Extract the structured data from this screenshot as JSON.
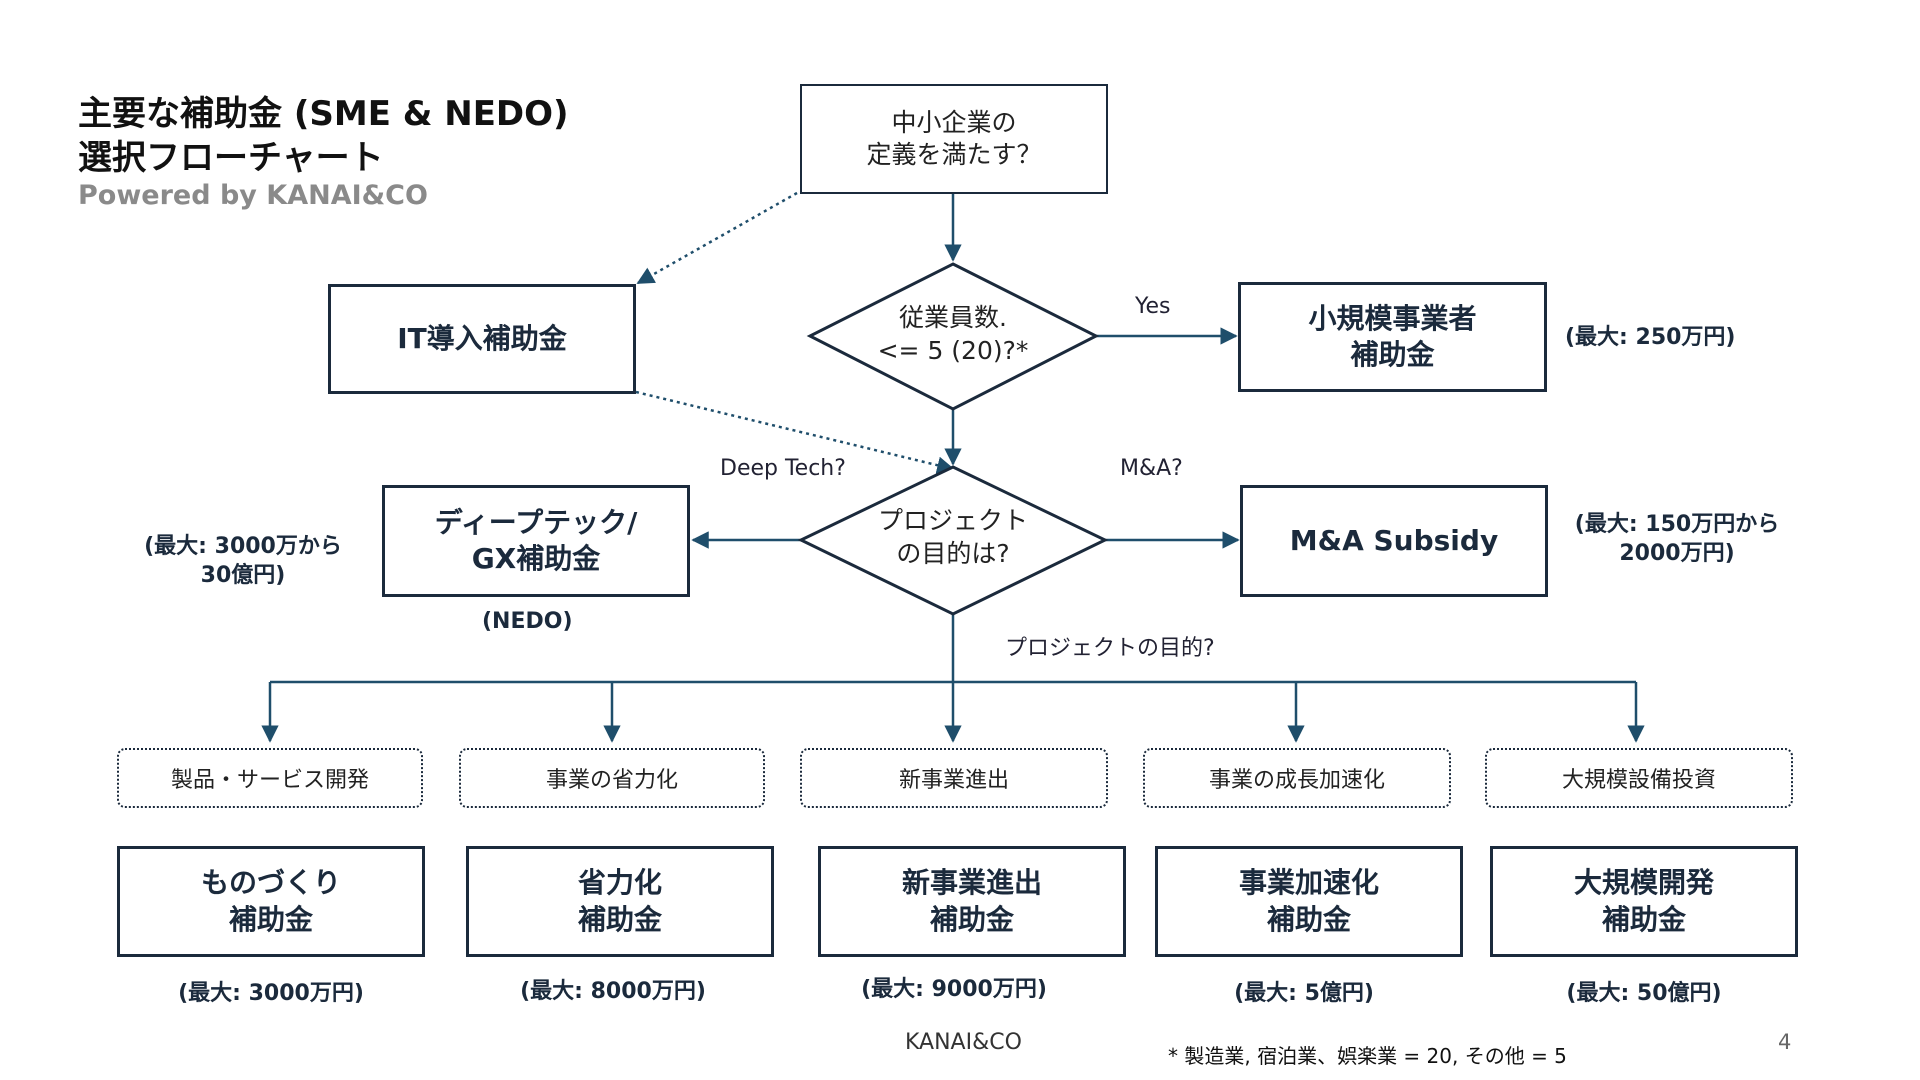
{
  "header": {
    "title_line1": "主要な補助金 (SME & NEDO)",
    "title_line2": "選択フローチャート",
    "subtitle": "Powered by KANAI&CO"
  },
  "nodes": {
    "start": {
      "line1": "中小企業の",
      "line2": "定義を満たす？"
    },
    "employees": {
      "line1": "従業員数.",
      "line2": "<= 5 (20)?*"
    },
    "purpose": {
      "line1": "プロジェクト",
      "line2": "の目的は?"
    },
    "it_subsidy": "IT導入補助金",
    "small_biz": {
      "line1": "小規模事業者",
      "line2": "補助金"
    },
    "deeptech": {
      "line1": "ディープテック/",
      "line2": "GX補助金"
    },
    "mna": "M&A Subsidy"
  },
  "edge_labels": {
    "yes": "Yes",
    "deep_tech": "Deep Tech?",
    "mna_q": "M&A?",
    "project_purpose": "プロジェクトの目的?"
  },
  "side_notes": {
    "small_biz_max": "(最大: 250万円)",
    "deeptech_max_line1": "(最大: 3000万から",
    "deeptech_max_line2": "30億円)",
    "nedo": "(NEDO)",
    "mna_max_line1": "(最大: 150万円から",
    "mna_max_line2": "2000万円)"
  },
  "purposes": [
    {
      "category": "製品・サービス開発",
      "line1": "ものづくり",
      "line2": "補助金",
      "max": "(最大: 3000万円)"
    },
    {
      "category": "事業の省力化",
      "line1": "省力化",
      "line2": "補助金",
      "max": "(最大: 8000万円)"
    },
    {
      "category": "新事業進出",
      "line1": "新事業進出",
      "line2": "補助金",
      "max": "(最大: 9000万円)"
    },
    {
      "category": "事業の成長加速化",
      "line1": "事業加速化",
      "line2": "補助金",
      "max": "(最大: 5億円)"
    },
    {
      "category": "大規模設備投資",
      "line1": "大規模開発",
      "line2": "補助金",
      "max": "(最大: 50億円)"
    }
  ],
  "footer": {
    "brand": "KANAI&CO",
    "footnote": "* 製造業, 宿泊業、娯楽業 = 20, その他 = 5",
    "page_number": "4"
  },
  "colors": {
    "navy": "#1b2a3c",
    "arrow": "#1f4e6b",
    "gray": "#8a8a8a"
  }
}
